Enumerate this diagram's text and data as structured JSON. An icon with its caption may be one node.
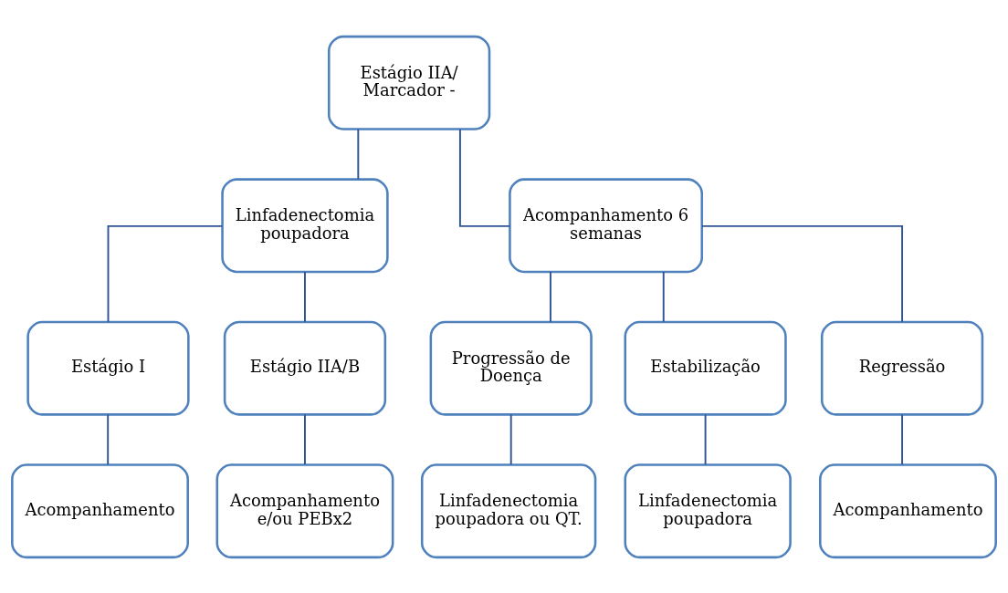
{
  "diagram": {
    "nodes": [
      {
        "text": [
          "Estágio IIA/ Marcador -"
        ]
      },
      {
        "text": [
          "Linfadenectomia poupadora"
        ]
      },
      {
        "text": [
          "Acompanhamento 6 semanas"
        ]
      },
      {
        "text": [
          "Estágio I"
        ]
      },
      {
        "text": [
          "Estágio IIA/B"
        ]
      },
      {
        "text": [
          "Progressão de Doença"
        ]
      },
      {
        "text": [
          "Estabilização"
        ]
      },
      {
        "text": [
          "Regressão"
        ]
      },
      {
        "text": [
          "Acompanhamento"
        ]
      },
      {
        "text": [
          "Acompanhamento e/ou PEBx2"
        ]
      },
      {
        "text": [
          "Linfadenectomia poupadora ou QT."
        ]
      },
      {
        "text": [
          "Linfadenectomia poupadora"
        ]
      },
      {
        "text": [
          "Acompanhamento"
        ]
      }
    ],
    "edges": [
      {
        "from": 0,
        "to": 1,
        "arrow": "none"
      },
      {
        "from": 0,
        "to": 2,
        "arrow": "none"
      },
      {
        "from": 1,
        "to": 3,
        "arrow": "none"
      },
      {
        "from": 1,
        "to": 4,
        "arrow": "none"
      },
      {
        "from": 2,
        "to": 5,
        "arrow": "none"
      },
      {
        "from": 2,
        "to": 6,
        "arrow": "none"
      },
      {
        "from": 2,
        "to": 7,
        "arrow": "none"
      },
      {
        "from": 3,
        "to": 8,
        "arrow": "none"
      },
      {
        "from": 4,
        "to": 9,
        "arrow": "none"
      },
      {
        "from": 5,
        "to": 10,
        "arrow": "none"
      },
      {
        "from": 6,
        "to": 11,
        "arrow": "none"
      },
      {
        "from": 7,
        "to": 12,
        "arrow": "none"
      }
    ]
  }
}
